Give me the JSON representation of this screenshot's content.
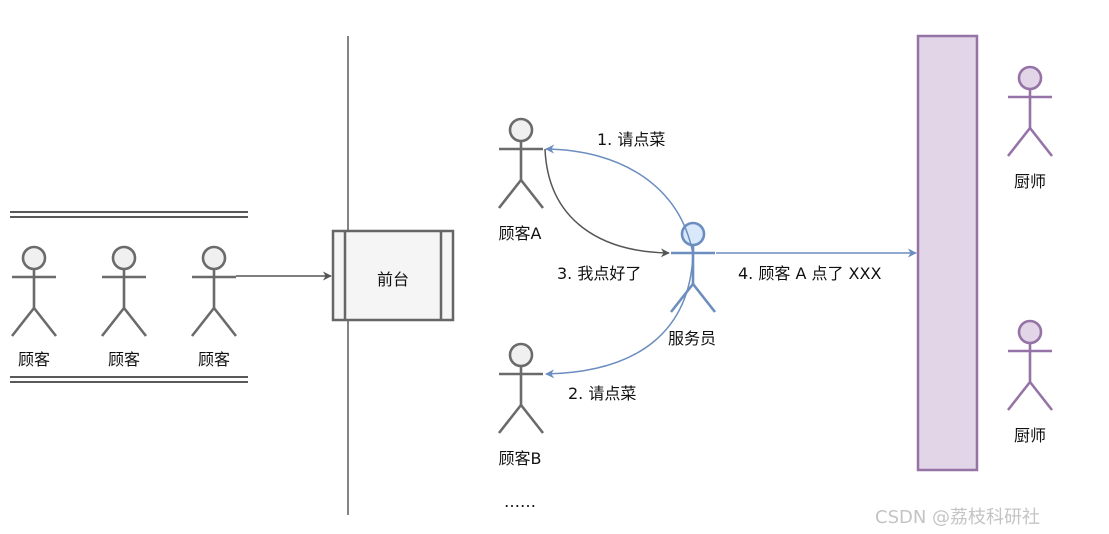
{
  "colors": {
    "gray_stroke": "#6b6b6b",
    "blue_stroke": "#6c8ebf",
    "blue_fill": "#dae8fc",
    "purple_stroke": "#9673a6",
    "purple_fill": "#e1d5e7",
    "frontdesk_fill": "#f5f5f5"
  },
  "queue": {
    "customers": [
      "顾客",
      "顾客",
      "顾客"
    ]
  },
  "front_desk": {
    "label": "前台"
  },
  "customer_a": {
    "label": "顾客A"
  },
  "customer_b": {
    "label": "顾客B"
  },
  "waiter": {
    "label": "服务员"
  },
  "ellipsis": "……",
  "chefs": [
    "厨师",
    "厨师"
  ],
  "messages": {
    "m1": "1. 请点菜",
    "m2": "2. 请点菜",
    "m3": "3. 我点好了",
    "m4": "4. 顾客 A 点了 XXX"
  },
  "watermark": "CSDN @荔枝科研社"
}
